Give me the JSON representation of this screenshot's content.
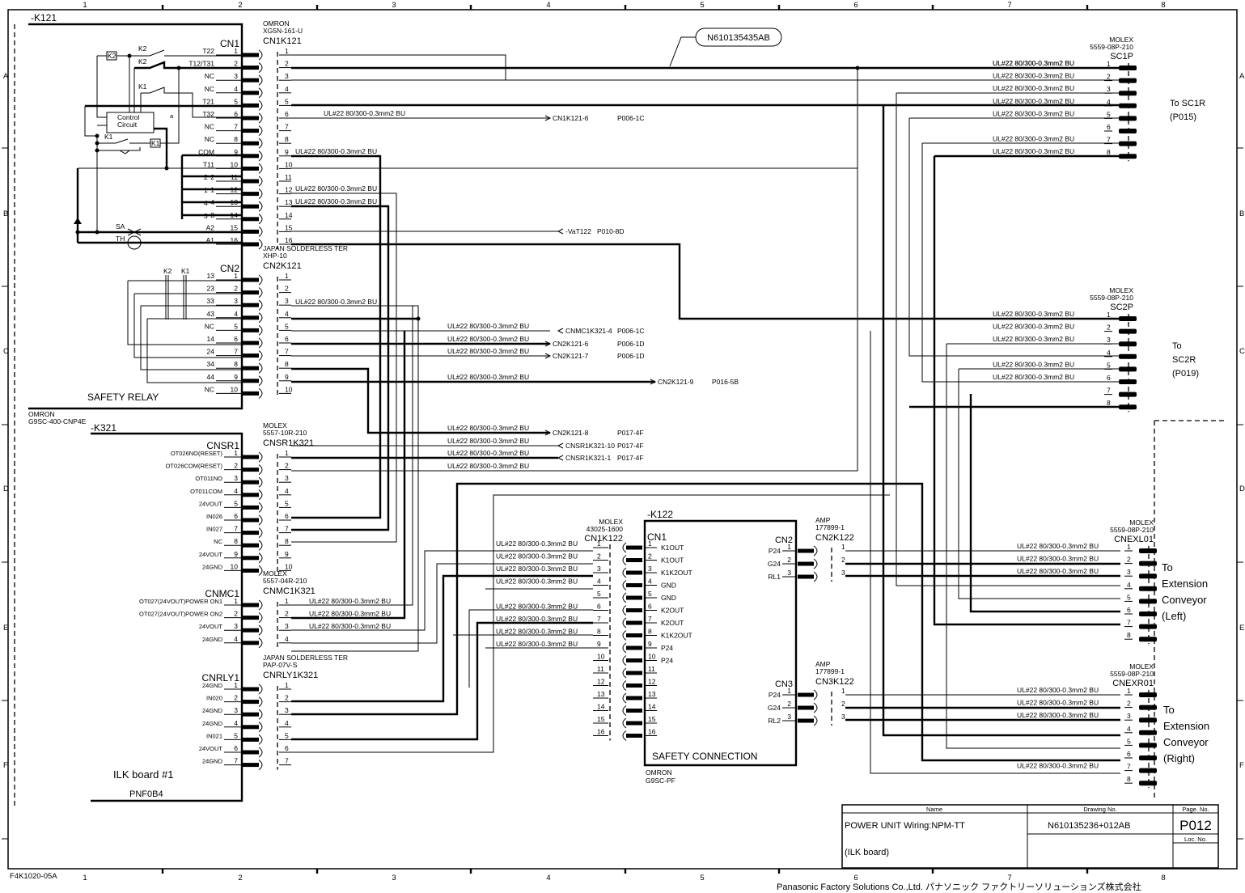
{
  "sheet": {
    "column_labels": [
      "1",
      "2",
      "3",
      "4",
      "5",
      "6",
      "7",
      "8"
    ],
    "row_labels": [
      "A",
      "B",
      "C",
      "D",
      "E",
      "F"
    ],
    "form_code": "F4K1020-05A",
    "company_footer": "Panasonic Factory Solutions Co.,Ltd. パナソニック ファクトリーソリューションズ株式会社"
  },
  "title_block": {
    "name_header": "Name",
    "drawing_no_header": "Drawing No.",
    "page_no_header": "Page. No.",
    "loc_no_header": "Loc. No.",
    "name_line1": "POWER UNIT Wiring:NPM-TT",
    "name_line2": "(ILK board)",
    "drawing_no": "N610135236+012AB",
    "page_no": "P012"
  },
  "harness_tag": "N610135435AB",
  "wire_spec": "UL#22 80/300-0.3mm2 BU",
  "wire_spec_spaced": "UL#22 80/300-0.3mm2   BU",
  "k121": {
    "ref": "-K121",
    "control_circuit": [
      "Control",
      "Circuit"
    ],
    "contact_labels": {
      "k2a": "K2",
      "k2b": "K2",
      "k1": "K1",
      "k1b": "K1",
      "k2box": "K2",
      "k1box": "K1",
      "sa": "SA",
      "th": "TH",
      "a": "a"
    },
    "cn1": {
      "label": "CN1",
      "maker": "OMRON",
      "part": "XG5N-161-U",
      "name": "CN1K121",
      "pins": [
        "T22",
        "T12/T31",
        "NC",
        "NC",
        "T21",
        "T32",
        "NC",
        "NC",
        "COM",
        "T11",
        "2",
        "1",
        "4",
        "3",
        "A2",
        "A1"
      ]
    },
    "cn2": {
      "label": "CN2",
      "maker": "JAPAN SOLDERLESS TER",
      "part": "XHP-10",
      "name": "CN2K121",
      "pins": [
        "13",
        "23",
        "33",
        "43",
        "NC",
        "14",
        "24",
        "34",
        "44",
        "NC"
      ],
      "relay_labels": [
        "K2",
        "K1"
      ]
    },
    "block_title": "SAFETY RELAY",
    "maker": "OMRON",
    "model": "G9SC-400-CNP4E"
  },
  "k321": {
    "ref": "-K321",
    "board_title": "ILK board #1",
    "board_part": "PNF0B4",
    "cnsr1": {
      "label": "CNSR1",
      "maker": "MOLEX",
      "part": "5557-10R-210",
      "name": "CNSR1K321",
      "pins": [
        "OT026NO(RESET)",
        "OT026COM(RESET)",
        "OT011NO",
        "OT011COM",
        "24VOUT",
        "IN026",
        "IN027",
        "NC",
        "24VOUT",
        "24GND"
      ]
    },
    "cnmc1": {
      "label": "CNMC1",
      "maker": "MOLEX",
      "part": "5557-04R-210",
      "name": "CNMC1K321",
      "pins": [
        "OT027(24VOUT)POWER ON1",
        "OT027(24VOUT)POWER ON2",
        "24VOUT",
        "24GND"
      ]
    },
    "cnrly1": {
      "label": "CNRLY1",
      "maker": "JAPAN SOLDERLESS TER",
      "part": "PAP-07V-S",
      "name": "CNRLY1K321",
      "pins": [
        "24GND",
        "IN020",
        "24GND",
        "24GND",
        "IN021",
        "24VOUT",
        "24GND"
      ]
    }
  },
  "k122": {
    "ref": "-K122",
    "block_title": "SAFETY CONNECTION",
    "maker": "OMRON",
    "model": "G9SC-PF",
    "cn1": {
      "label": "CN1",
      "maker": "MOLEX",
      "part": "43025-1600",
      "name": "CN1K122",
      "pins": [
        "K1OUT",
        "K1OUT",
        "K1K2OUT",
        "GND",
        "GND",
        "K2OUT",
        "K2OUT",
        "K1K2OUT",
        "P24",
        "P24",
        "",
        "",
        "",
        "",
        "",
        ""
      ]
    },
    "cn2": {
      "label": "CN2",
      "maker": "AMP",
      "part": "177899-1",
      "name": "CN2K122",
      "pins": [
        "P24",
        "G24",
        "RL1"
      ]
    },
    "cn3": {
      "label": "CN3",
      "maker": "AMP",
      "part": "177899-1",
      "name": "CN3K122",
      "pins": [
        "P24",
        "G24",
        "RL2"
      ]
    }
  },
  "cross_refs": [
    {
      "target": "CN1K121-6",
      "page": "P006-1C",
      "direction": "out"
    },
    {
      "target": "-VaT122",
      "page": "P010-8D",
      "direction": "in"
    },
    {
      "target": "CNMC1K321-4",
      "page": "P006-1C",
      "direction": "in"
    },
    {
      "target": "CN2K121-6",
      "page": "P006-1D",
      "direction": "out"
    },
    {
      "target": "CN2K121-7",
      "page": "P006-1D",
      "direction": "out"
    },
    {
      "target": "CN2K121-9",
      "page": "P016-5B",
      "direction": "out"
    },
    {
      "target": "CN2K121-8",
      "page": "P017-4F",
      "direction": "out"
    },
    {
      "target": "CNSR1K321-10",
      "page": "P017-4F",
      "direction": "in"
    },
    {
      "target": "CNSR1K321-1",
      "page": "P017-4F",
      "direction": "in"
    }
  ],
  "right_connectors": [
    {
      "maker": "MOLEX",
      "part": "5559-08P-210",
      "name": "SC1P",
      "dest": [
        "To SC1R",
        "(P015)"
      ],
      "spec_pins": [
        1,
        2,
        3,
        4,
        5,
        7,
        8
      ]
    },
    {
      "maker": "MOLEX",
      "part": "5559-08P-210",
      "name": "SC2P",
      "dest": [
        "To",
        "SC2R",
        "(P019)"
      ],
      "spec_pins": [
        1,
        2,
        3,
        5,
        6
      ]
    },
    {
      "maker": "MOLEX",
      "part": "5559-08P-210",
      "name": "CNEXL01",
      "dest": [
        "To",
        "Extension",
        "Conveyor",
        "(Left)"
      ],
      "spec_pins": [
        1,
        2,
        3
      ]
    },
    {
      "maker": "MOLEX",
      "part": "5559-08P-210",
      "name": "CNEXR01",
      "dest": [
        "To",
        "Extension",
        "Conveyor",
        "(Right)"
      ],
      "spec_pins": [
        1,
        2,
        3,
        7
      ]
    }
  ]
}
